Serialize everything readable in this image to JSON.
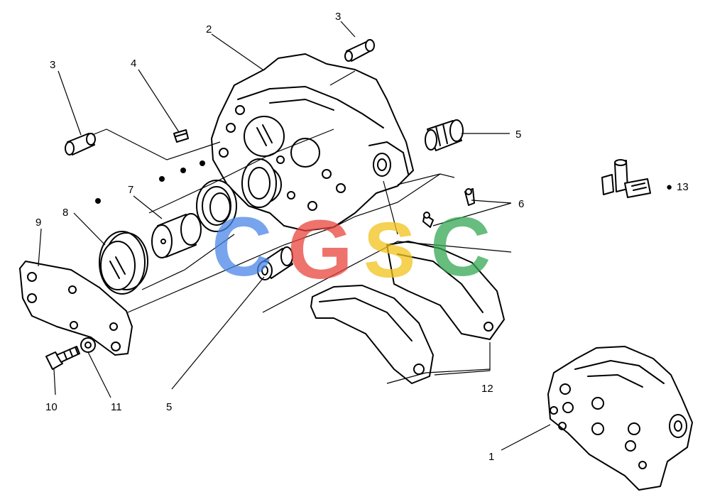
{
  "callouts": {
    "c1": "1",
    "c2": "2",
    "c3a": "3",
    "c3b": "3",
    "c4": "4",
    "c5a": "5",
    "c5b": "5",
    "c6": "6",
    "c7": "7",
    "c8": "8",
    "c9": "9",
    "c10": "10",
    "c11": "11",
    "c12": "12",
    "c13": "13"
  },
  "legend_marker": "●",
  "watermark": {
    "letters": [
      "C",
      "G",
      "S",
      "C"
    ],
    "colors": [
      "#4a86e8",
      "#e8453c",
      "#f2c21b",
      "#35a853"
    ]
  }
}
